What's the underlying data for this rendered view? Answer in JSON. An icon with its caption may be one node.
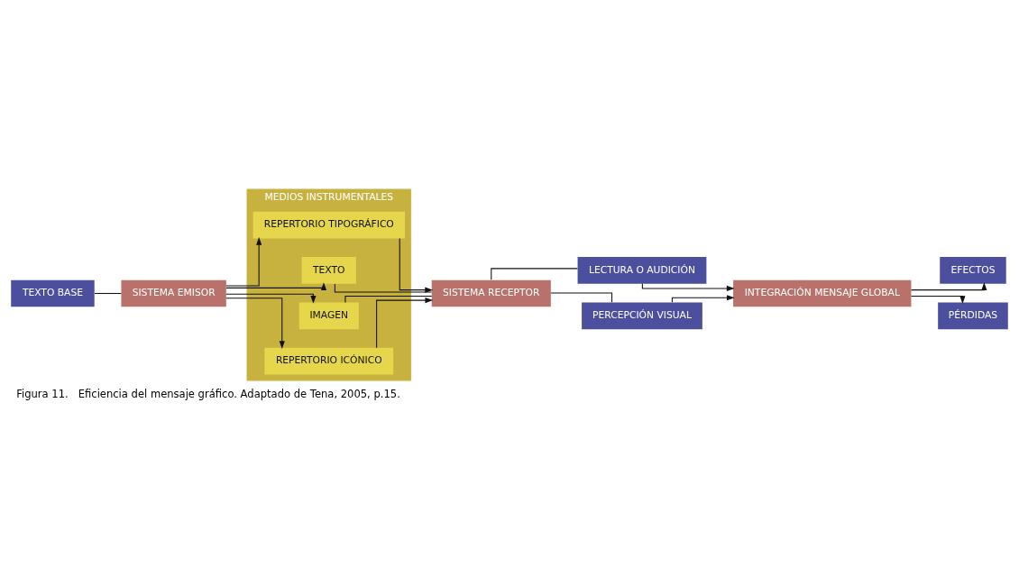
{
  "diagram": {
    "caption": "Figura 11.   Eficiencia del mensaje gráfico. Adaptado de Tena, 2005, p.15.",
    "nodes": [
      {
        "text": [
          "MEDIOS INSTRUMENTALES"
        ]
      },
      {
        "text": [
          "TEXTO BASE"
        ]
      },
      {
        "text": [
          "SISTEMA EMISOR"
        ]
      },
      {
        "text": [
          "REPERTORIO TIPOGRÁFICO"
        ],
        "in": 0
      },
      {
        "text": [
          "TEXTO"
        ],
        "in": 0
      },
      {
        "text": [
          "IMAGEN"
        ],
        "in": 0
      },
      {
        "text": [
          "REPERTORIO ICÓNICO"
        ],
        "in": 0
      },
      {
        "text": [
          "SISTEMA RECEPTOR"
        ]
      },
      {
        "text": [
          "LECTURA O AUDICIÓN"
        ]
      },
      {
        "text": [
          "PERCEPCIÓN VISUAL"
        ]
      },
      {
        "text": [
          "INTEGRACIÓN MENSAJE GLOBAL"
        ]
      },
      {
        "text": [
          "EFECTOS"
        ]
      },
      {
        "text": [
          "PÉRDIDAS"
        ]
      }
    ],
    "edges": [
      {
        "from": 1,
        "to": 2,
        "arrow": "none"
      },
      {
        "from": 2,
        "to": 3,
        "arrow": "to"
      },
      {
        "from": 2,
        "to": 4,
        "arrow": "to"
      },
      {
        "from": 2,
        "to": 5,
        "arrow": "to"
      },
      {
        "from": 2,
        "to": 6,
        "arrow": "to"
      },
      {
        "from": 3,
        "to": 7,
        "arrow": "to"
      },
      {
        "from": 4,
        "to": 7,
        "arrow": "none"
      },
      {
        "from": 5,
        "to": 7,
        "arrow": "none"
      },
      {
        "from": 6,
        "to": 7,
        "arrow": "to"
      },
      {
        "from": 7,
        "to": 8,
        "arrow": "none"
      },
      {
        "from": 7,
        "to": 9,
        "arrow": "none"
      },
      {
        "from": 8,
        "to": 10,
        "arrow": "to"
      },
      {
        "from": 9,
        "to": 10,
        "arrow": "to"
      },
      {
        "from": 10,
        "to": 11,
        "arrow": "to"
      },
      {
        "from": 10,
        "to": 12,
        "arrow": "to"
      }
    ]
  }
}
